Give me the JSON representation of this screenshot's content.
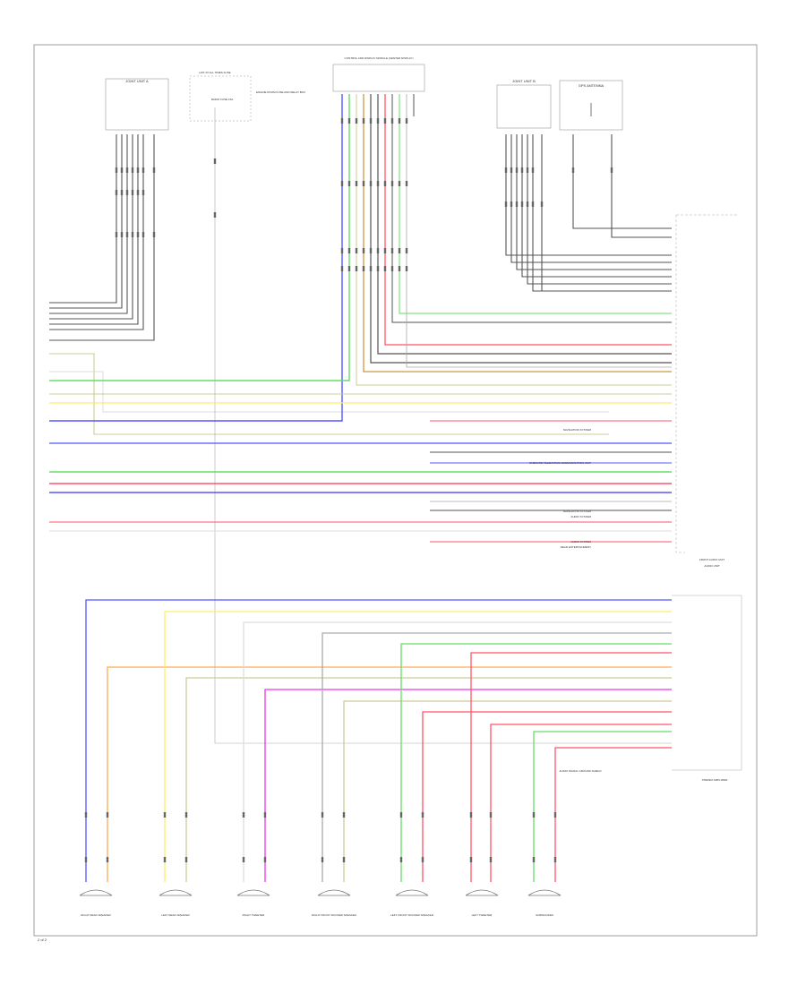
{
  "colors": {
    "black": "#555555",
    "gray": "#aaaaaa",
    "blue": "#5555ff",
    "green": "#66dd66",
    "red": "#ff5566",
    "yellow": "#ffee66",
    "orange": "#ffaa55",
    "brown": "#cc9944",
    "tan": "#cccc99",
    "magenta": "#ee33ee",
    "white": "#dddddd",
    "frame": "#888888"
  },
  "labels": {
    "top_left_unit": "JOINT UNIT A",
    "fuse_box": "HOT AT ALL TIMES FUSE",
    "fuse_note": "RADIO FUSE 15A",
    "fuse_desc": "ENGINE ROOM FUSE AND RELAY BOX",
    "top_center_module": "CONTROL AND DISPLAY MODULE (CENTER DISPLAY)",
    "top_right_unit": "JOINT UNIT B",
    "top_right_box": "GPS ANTENNA",
    "mid_note_1": "NAVIGATION SYSTEM",
    "mid_note_2": "ONBOARD TELEMATICS COMMUNICATION UNIT",
    "mid_note_3": "NAVIGATION SYSTEM",
    "mid_note_4": "AUDIO SYSTEM",
    "mid_note_5": "AUDIO SYSTEM",
    "mid_note_6": "REAR ENTERTAINMENT",
    "mid_note_7": "FRONT AUDIO UNIT",
    "audio_unit": "AUDIO UNIT",
    "amp_unit": "STEREO AMPLIFIER",
    "amp_note": "AUDIO SIGNAL GROUND SHIELD",
    "speaker_1": "RIGHT REAR SPEAKER",
    "speaker_2": "LEFT REAR SPEAKER",
    "speaker_3": "RIGHT TWEETER",
    "speaker_4": "RIGHT FRONT WOOFER SPEAKER",
    "speaker_5": "LEFT FRONT WOOFER SPEAKER",
    "speaker_6": "LEFT TWEETER",
    "speaker_7": "SUBWOOFER",
    "page_number": "2 of 2"
  }
}
